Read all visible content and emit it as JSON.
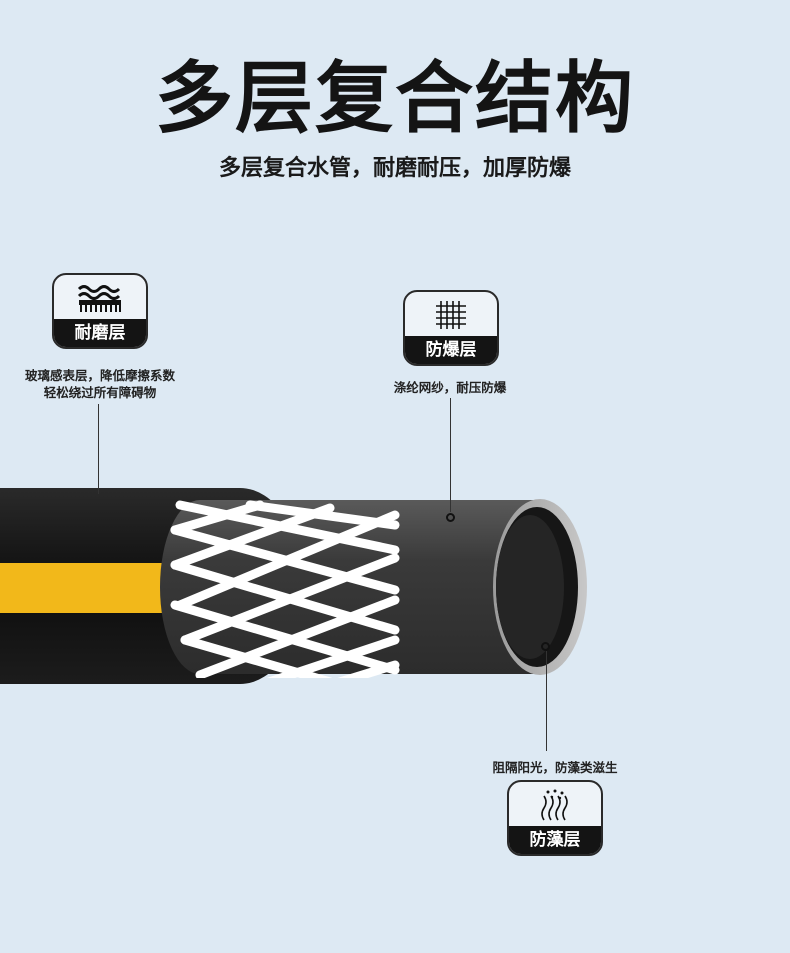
{
  "header": {
    "title": "多层复合结构",
    "subtitle": "多层复合水管，耐磨耐压，加厚防爆"
  },
  "layers": {
    "wear": {
      "label": "耐磨层",
      "icon": "wear-texture-icon",
      "desc_line1": "玻璃感表层，降低摩擦系数",
      "desc_line2": "轻松绕过所有障碍物"
    },
    "burst": {
      "label": "防爆层",
      "icon": "mesh-grid-icon",
      "desc": "涤纶网纱，耐压防爆"
    },
    "algae": {
      "label": "防藻层",
      "icon": "algae-icon",
      "desc": "阻隔阳光，防藻类滋生"
    }
  },
  "colors": {
    "background": "#dde9f3",
    "hose_black": "#111111",
    "stripe_yellow": "#f2b81a",
    "inner_gray": "#3e3e3e",
    "mesh_white": "#ffffff",
    "label_bg": "#141414"
  }
}
